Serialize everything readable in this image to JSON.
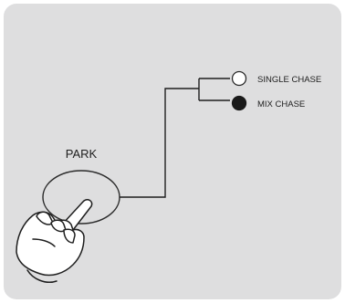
{
  "park_label": "PARK",
  "options": [
    {
      "label": "SINGLE CHASE",
      "state": "off",
      "indicator_color": "#ffffff"
    },
    {
      "label": "MIX CHASE",
      "state": "on",
      "indicator_color": "#1a1a1a"
    }
  ],
  "icons": {
    "hand": "pointing-hand-icon"
  },
  "colors": {
    "panel_background": "#dededf",
    "line": "#1e1e1e"
  }
}
